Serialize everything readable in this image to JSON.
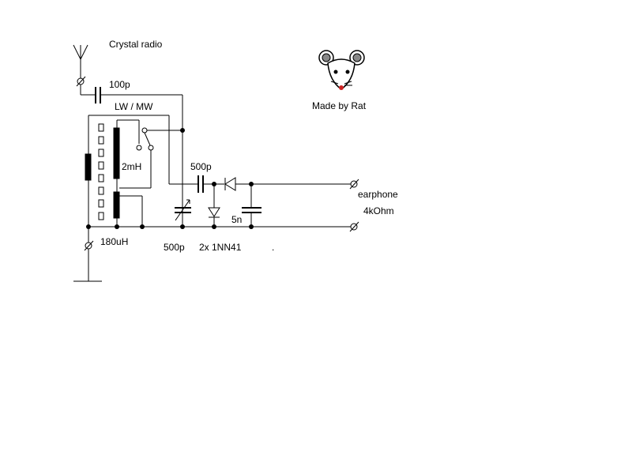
{
  "title": "Crystal radio",
  "credit": "Made by Rat",
  "labels": {
    "cap_antenna": "100p",
    "band_switch": "LW /  MW",
    "inductor_mw": "2mH",
    "cap_coupling": "500p",
    "output_label": "earphone",
    "output_impedance": "4kOhm",
    "cap_filter": "5n",
    "inductor_lw": "180uH",
    "cap_tuning": "500p",
    "diodes": "2x  1NN41",
    "stray_dot": "."
  },
  "colors": {
    "ink": "#000000",
    "rat_nose": "#cc2222",
    "background": "#ffffff"
  },
  "icons": {
    "antenna": "antenna-icon",
    "ground": "ground-icon",
    "rat": "rat-face-icon"
  }
}
